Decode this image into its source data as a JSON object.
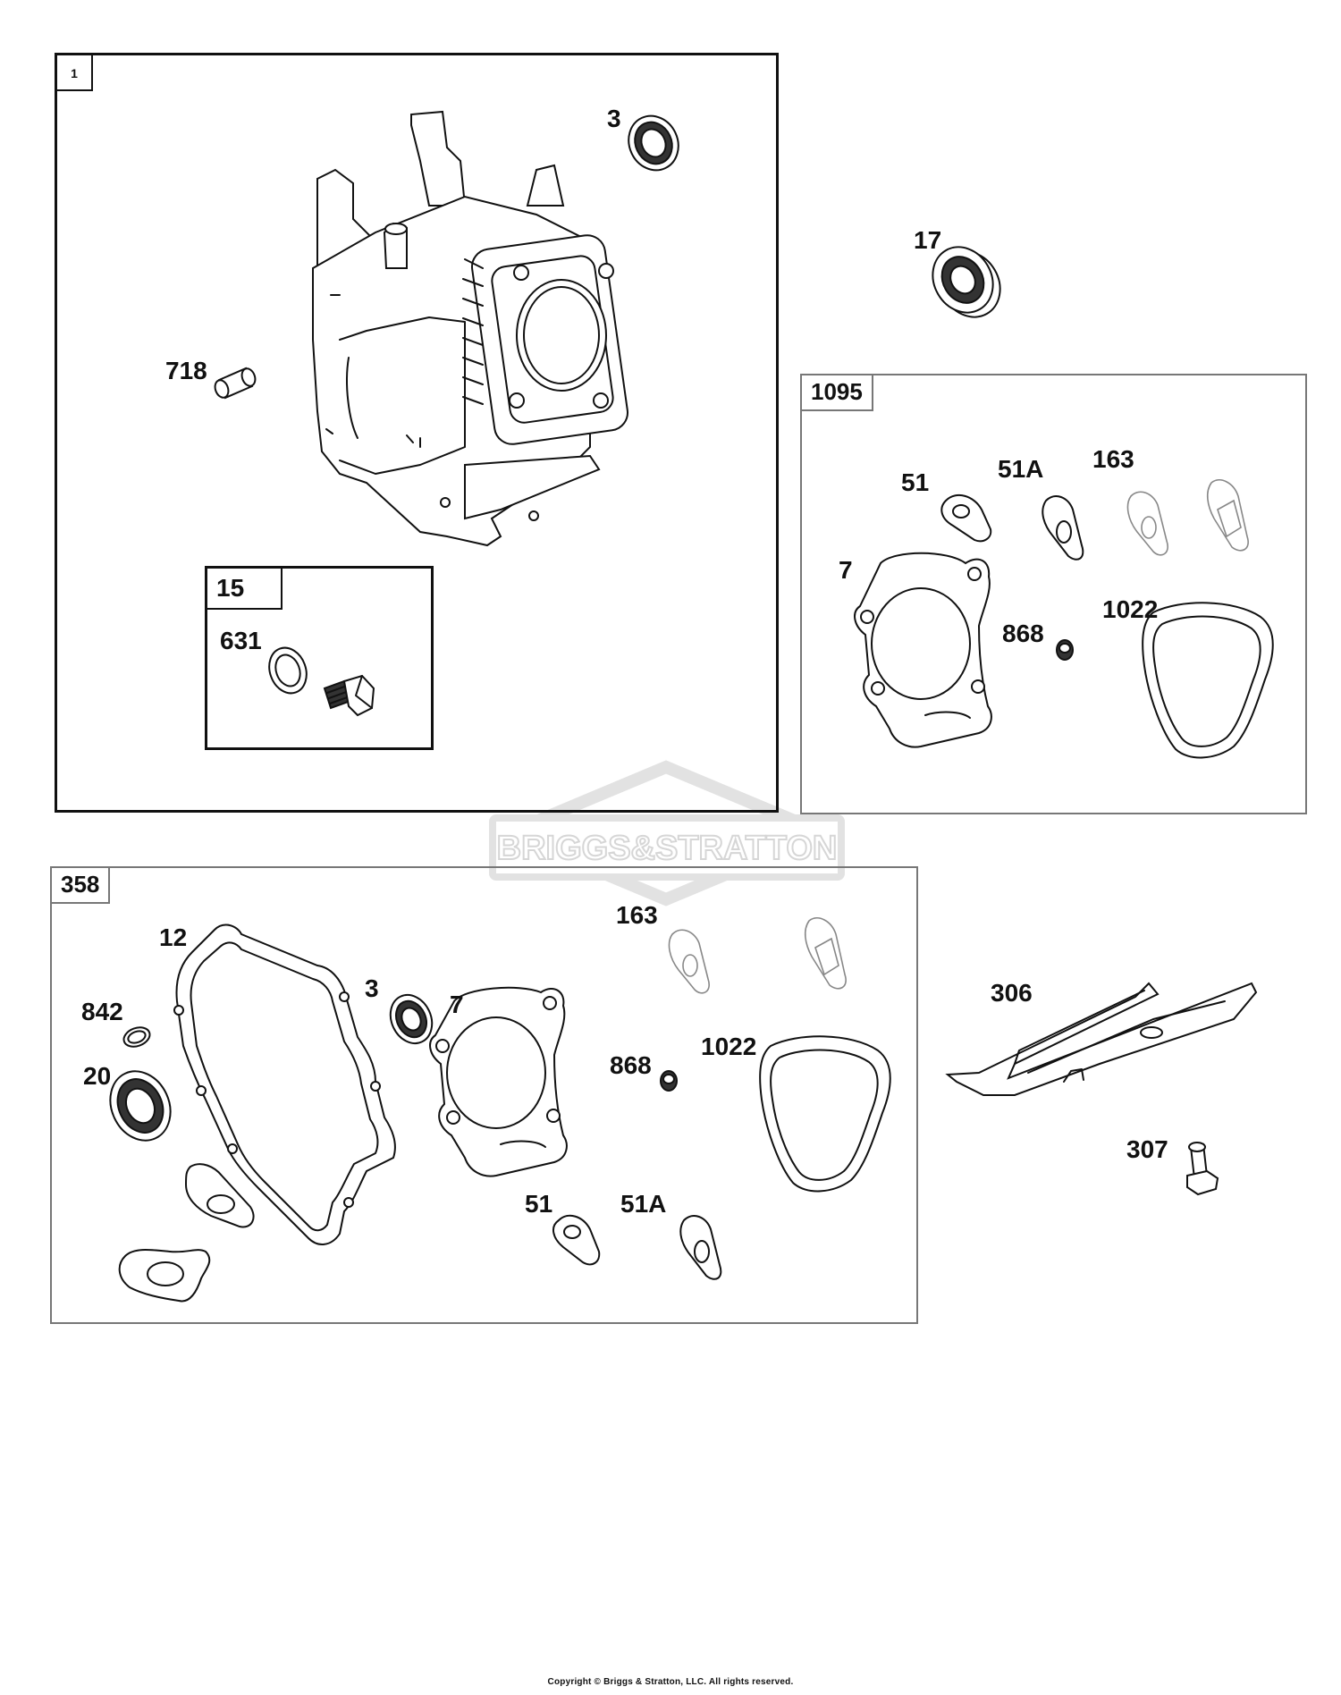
{
  "watermark": {
    "brand": "BRIGGS&STRATTON",
    "color": "#d8d8d8"
  },
  "sections": {
    "engine_block": {
      "tag": "1",
      "labels": {
        "seal": "3",
        "sleeve": "718"
      }
    },
    "drain_plug_kit": {
      "tag": "15",
      "labels": {
        "washer": "631"
      }
    },
    "bearing": {
      "label": "17"
    },
    "gasket_set_1095": {
      "tag": "1095",
      "labels": {
        "exhaust_gasket": "51",
        "exhaust_gasket_a": "51A",
        "intake_gasket": "163",
        "head_gasket": "7",
        "valve_seal": "868",
        "cover_gasket": "1022"
      }
    },
    "gasket_set_358": {
      "tag": "358",
      "labels": {
        "crankcase_gasket": "12",
        "oil_seal_top": "3",
        "o_ring": "842",
        "oil_seal": "20",
        "head_gasket": "7",
        "intake_gasket": "163",
        "valve_seal": "868",
        "cover_gasket": "1022",
        "exhaust_gasket": "51",
        "exhaust_gasket_a": "51A"
      }
    },
    "deflector": {
      "labels": {
        "deflector": "306",
        "screw": "307"
      }
    }
  },
  "footer": {
    "copyright": "Copyright © Briggs & Stratton, LLC. All rights reserved."
  }
}
